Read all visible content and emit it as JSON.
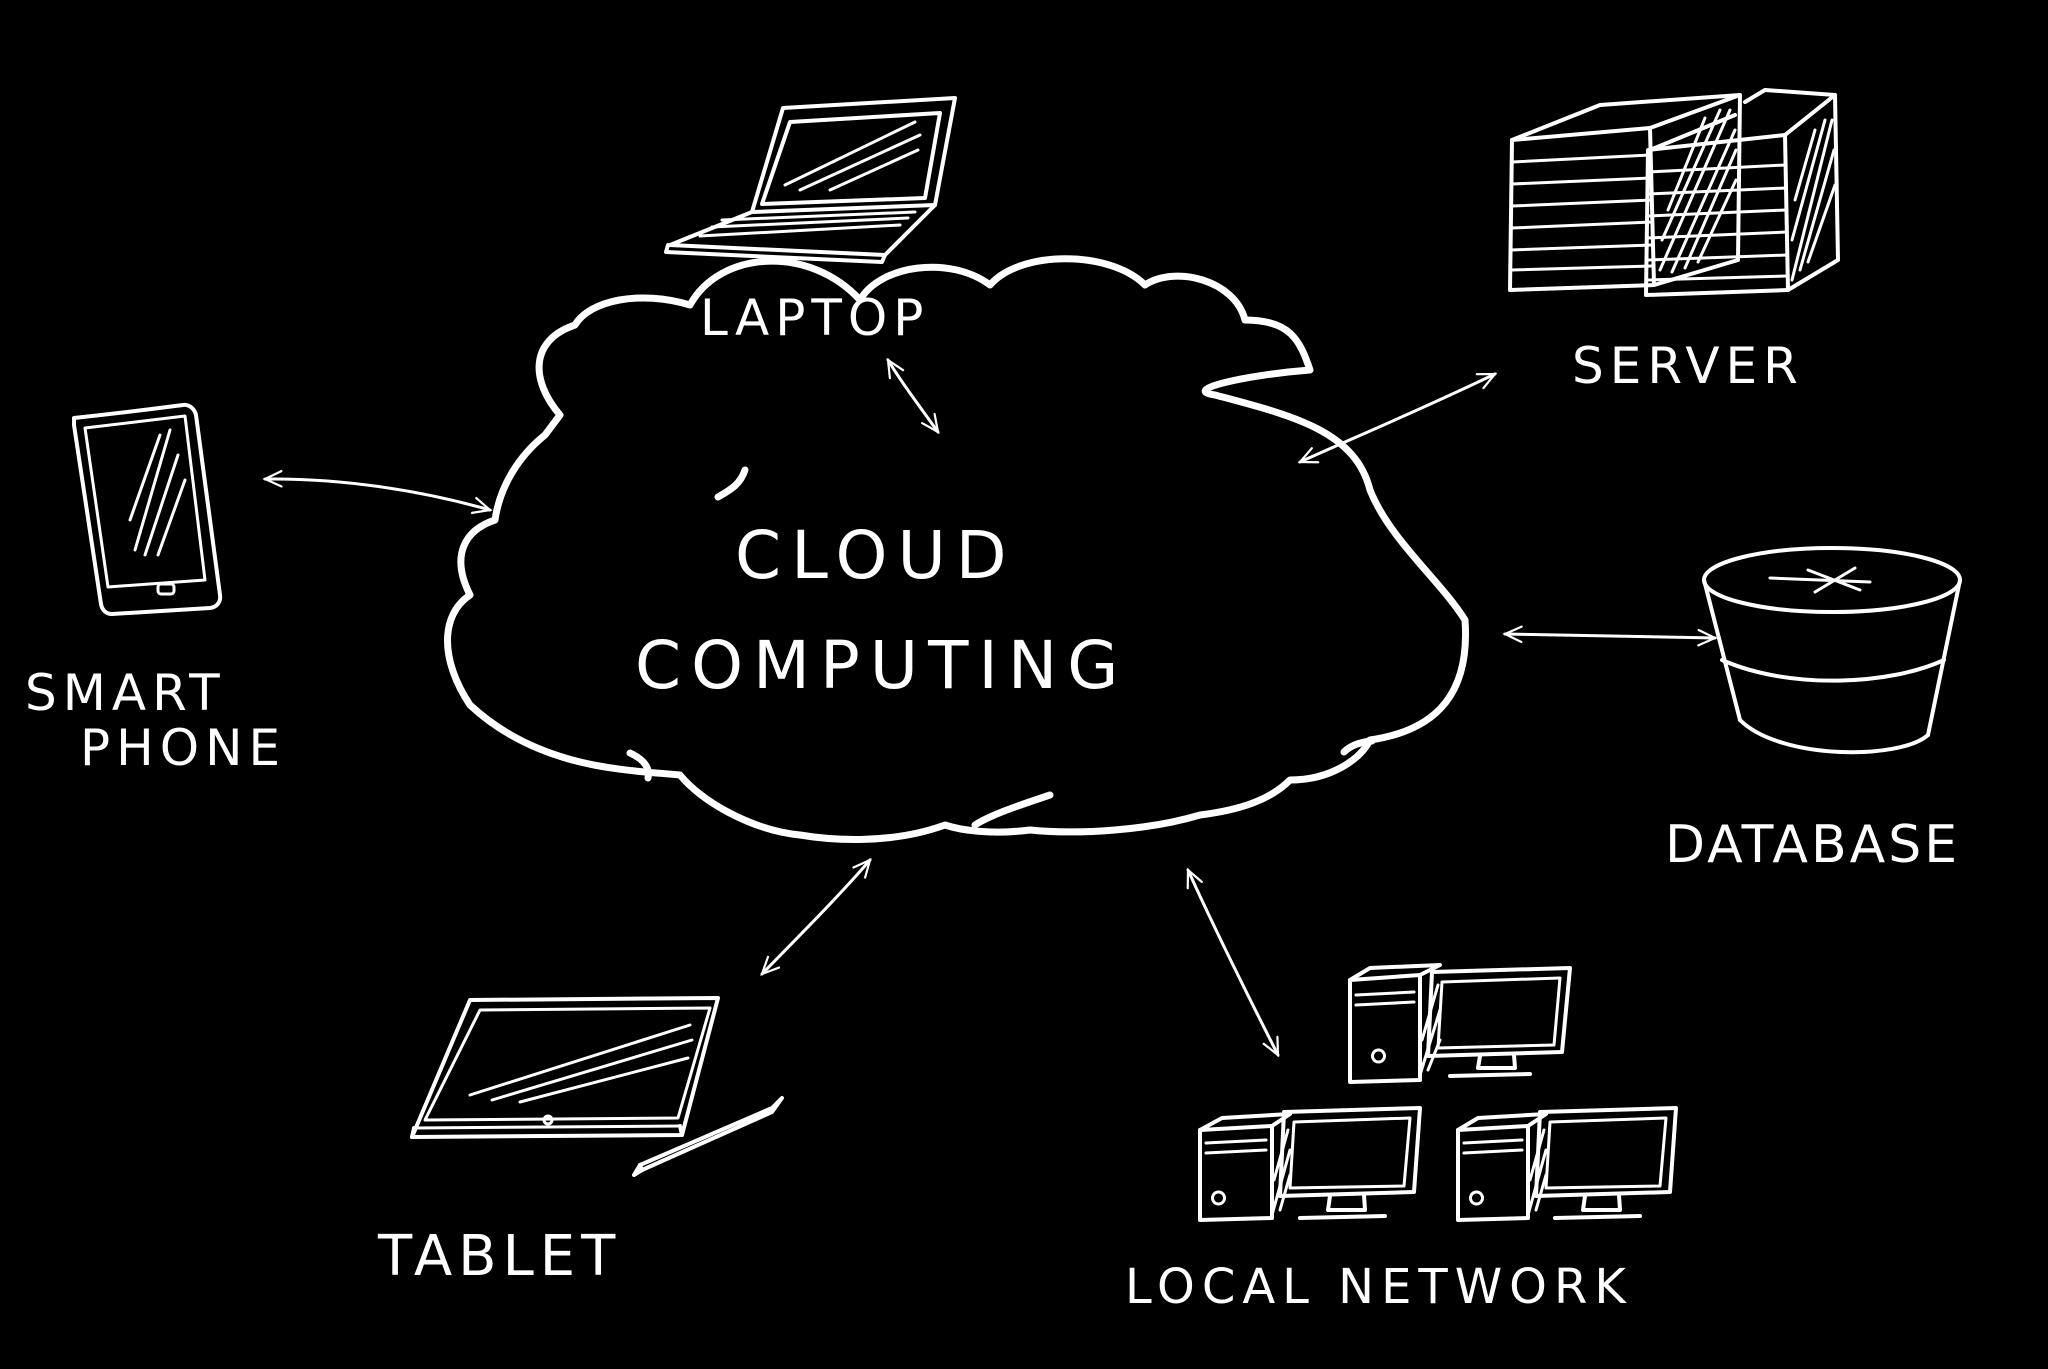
{
  "cloud": {
    "line1": "CLOUD",
    "line2": "COMPUTING"
  },
  "nodes": {
    "laptop": {
      "label": "LAPTOP",
      "icon": "laptop-icon"
    },
    "server": {
      "label": "SERVER",
      "icon": "server-icon"
    },
    "smartphone": {
      "label_line1": "SMART",
      "label_line2": "PHONE",
      "icon": "smartphone-icon"
    },
    "database": {
      "label": "DATABASE",
      "icon": "database-icon"
    },
    "tablet": {
      "label": "TABLET",
      "icon": "tablet-icon"
    },
    "local_network": {
      "label": "LOCAL NETWORK",
      "icon": "desktop-computer-icon"
    }
  },
  "colors": {
    "background": "#000000",
    "chalk": "#ffffff"
  }
}
